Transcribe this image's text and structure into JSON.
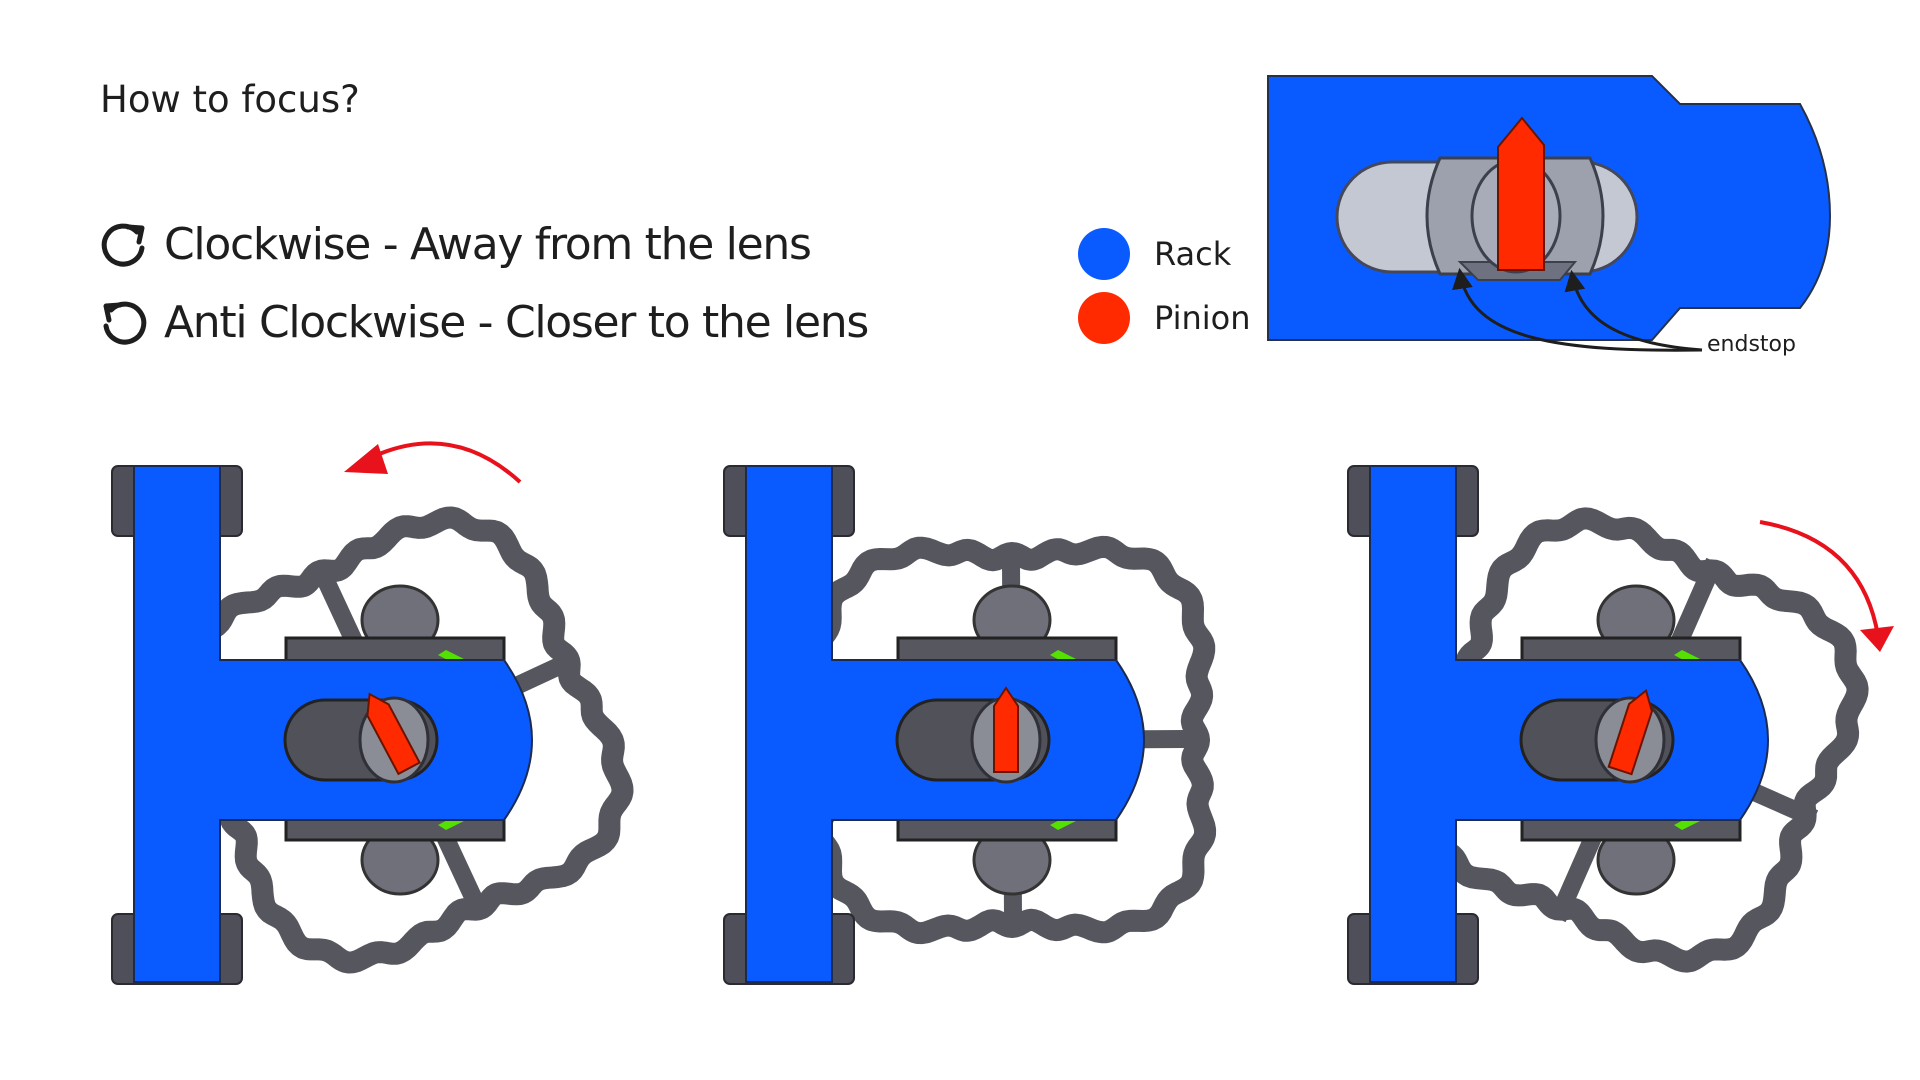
{
  "heading": "How to focus?",
  "rules": [
    {
      "text": "Clockwise - Away from the lens",
      "icon": "clockwise-arrow-icon"
    },
    {
      "text": "Anti Clockwise - Closer to the lens",
      "icon": "anticlockwise-arrow-icon"
    }
  ],
  "legend": [
    {
      "label": "Rack",
      "color": "#0a5bff"
    },
    {
      "label": "Pinion",
      "color": "#ff2a00"
    }
  ],
  "detail_callout": "endstop",
  "colors": {
    "rack": "#0a5bff",
    "pinion": "#ff2a00",
    "gear": "#56565f",
    "endstop_highlight": "#54e000",
    "rotation_arrow": "#e8121c"
  },
  "panels": [
    {
      "name": "turned-anticlockwise",
      "rotation_arrow": "anticlockwise"
    },
    {
      "name": "neutral",
      "rotation_arrow": "none"
    },
    {
      "name": "turned-clockwise",
      "rotation_arrow": "clockwise"
    }
  ]
}
